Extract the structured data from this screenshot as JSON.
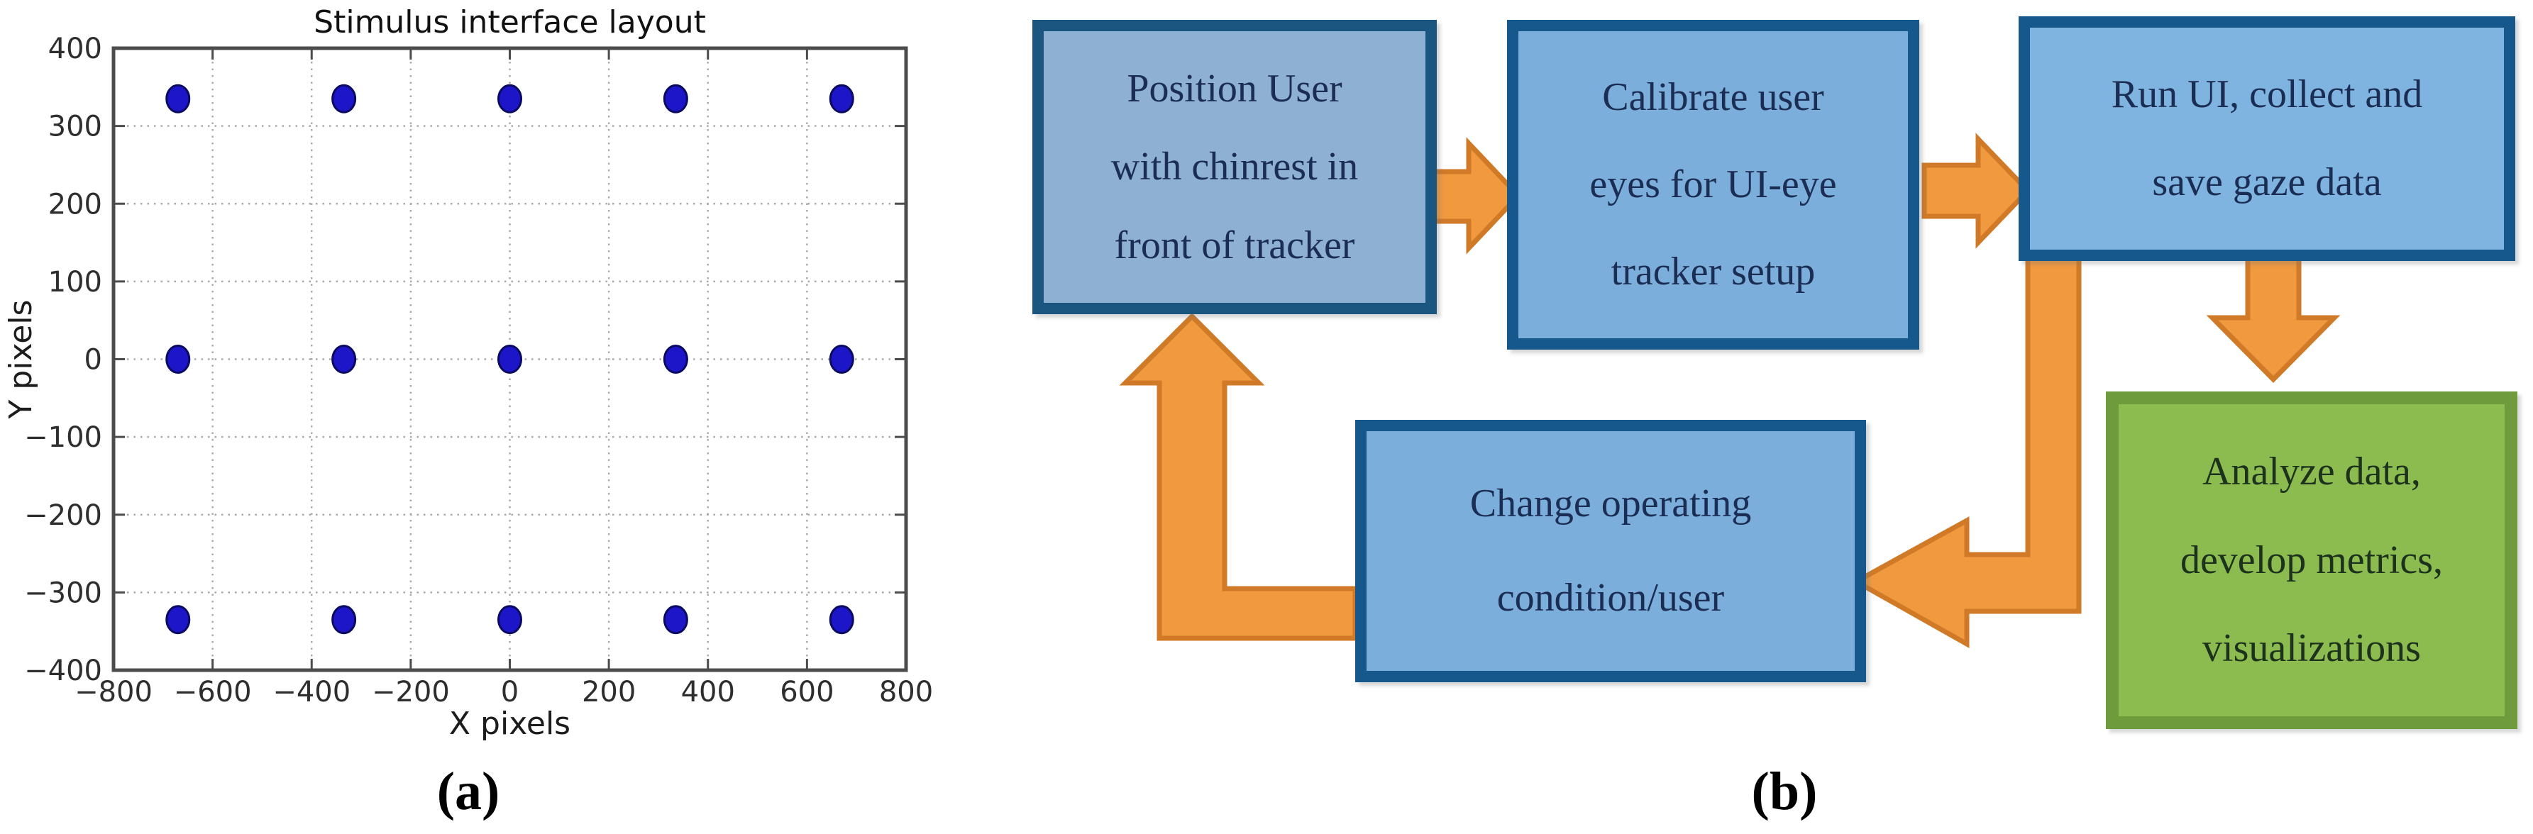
{
  "figure": {
    "panel_a_caption": "(a)",
    "panel_b_caption": "(b)"
  },
  "chart_data": {
    "type": "scatter",
    "title": "Stimulus interface layout",
    "xlabel": "X pixels",
    "ylabel": "Y pixels",
    "xlim": [
      -800,
      800
    ],
    "ylim": [
      -400,
      400
    ],
    "xticks": [
      -800,
      -600,
      -400,
      -200,
      0,
      200,
      400,
      600,
      800
    ],
    "yticks": [
      -400,
      -300,
      -200,
      -100,
      0,
      100,
      200,
      300,
      400
    ],
    "grid": true,
    "grid_style": "dotted",
    "legend_position": "none",
    "marker": {
      "shape": "circle",
      "color": "#1C16C8",
      "edge_color": "#0A0A60"
    },
    "points": [
      [
        -670,
        335
      ],
      [
        -335,
        335
      ],
      [
        0,
        335
      ],
      [
        335,
        335
      ],
      [
        670,
        335
      ],
      [
        -670,
        0
      ],
      [
        -335,
        0
      ],
      [
        0,
        0
      ],
      [
        335,
        0
      ],
      [
        670,
        0
      ],
      [
        -670,
        -335
      ],
      [
        -335,
        -335
      ],
      [
        0,
        -335
      ],
      [
        335,
        -335
      ],
      [
        670,
        -335
      ]
    ]
  },
  "flowchart": {
    "colors": {
      "arrow_fill": "#F0993F",
      "arrow_border": "#D07A28"
    },
    "boxes": [
      {
        "id": "position-user",
        "fill": "#8DB0D3",
        "border": "#1B5681",
        "text_color": "#1B2D52",
        "lines": [
          "Position User",
          "with chinrest in",
          "front of tracker"
        ]
      },
      {
        "id": "calibrate-eyes",
        "fill": "#7CAEDC",
        "border": "#17588C",
        "text_color": "#1B2D52",
        "lines": [
          "Calibrate user",
          "eyes for UI-eye",
          "tracker setup"
        ]
      },
      {
        "id": "run-ui",
        "fill": "#7FB3E0",
        "border": "#17588C",
        "text_color": "#1B2D52",
        "lines": [
          "Run UI, collect and",
          "save gaze data"
        ]
      },
      {
        "id": "analyze-data",
        "fill": "#8CBB4F",
        "border": "#6E9C3D",
        "text_color": "#1C321C",
        "lines": [
          "Analyze data,",
          "develop metrics,",
          "visualizations"
        ]
      },
      {
        "id": "change-condition",
        "fill": "#7CAEDC",
        "border": "#17588C",
        "text_color": "#1B2D52",
        "lines": [
          "Change operating",
          "condition/user"
        ]
      }
    ],
    "arrows": [
      {
        "name": "arrow-position-to-calibrate",
        "direction": "right"
      },
      {
        "name": "arrow-calibrate-to-run",
        "direction": "right"
      },
      {
        "name": "arrow-run-to-analyze",
        "direction": "down"
      },
      {
        "name": "arrow-run-to-change",
        "direction": "down-then-left"
      },
      {
        "name": "arrow-change-to-position",
        "direction": "left-then-up"
      }
    ]
  }
}
